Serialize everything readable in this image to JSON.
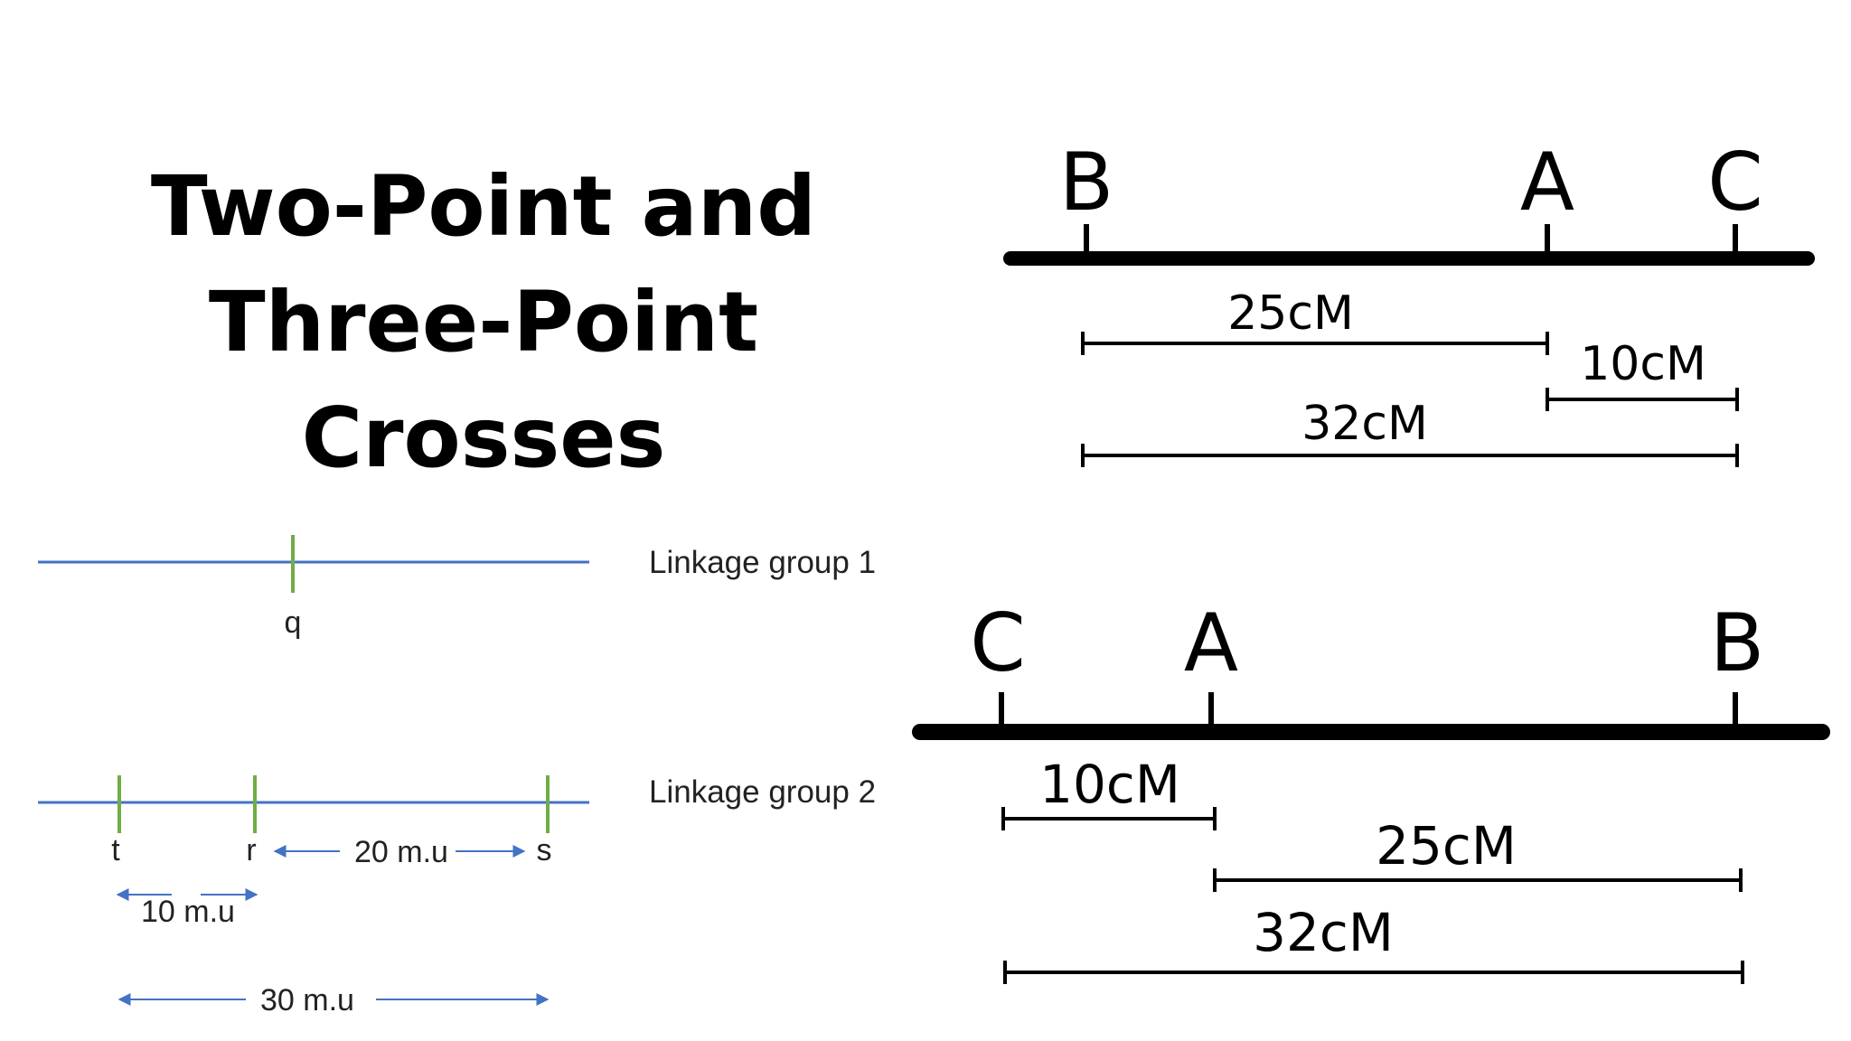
{
  "title": {
    "line1": "Two-Point and",
    "line2": "Three-Point Crosses"
  },
  "colors": {
    "text": "#000000",
    "linkage_line": "#4472c4",
    "marker": "#70ad47",
    "arrow": "#4472c4"
  },
  "map_top": {
    "genes": [
      "B",
      "A",
      "C"
    ],
    "distances": {
      "b_a": "25cM",
      "a_c": "10cM",
      "b_c": "32cM"
    }
  },
  "map_bottom": {
    "genes": [
      "C",
      "A",
      "B"
    ],
    "distances": {
      "c_a": "10cM",
      "a_b": "25cM",
      "c_b": "32cM"
    }
  },
  "linkage_group_1": {
    "label": "Linkage group 1",
    "markers": [
      "q"
    ]
  },
  "linkage_group_2": {
    "label": "Linkage group 2",
    "markers": [
      "t",
      "r",
      "s"
    ],
    "distances": {
      "r_s": "20 m.u",
      "t_r": "10 m.u",
      "t_s": "30 m.u"
    }
  }
}
